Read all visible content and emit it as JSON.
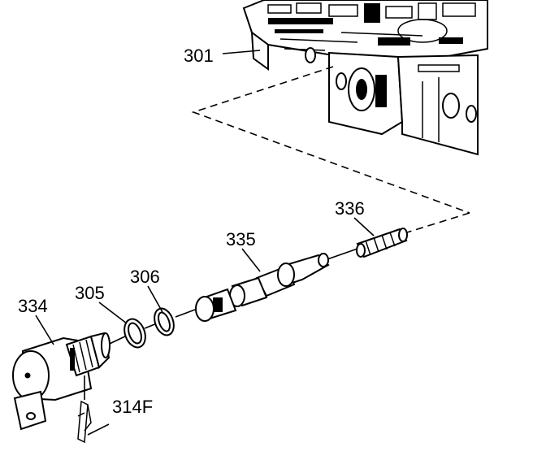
{
  "labels": {
    "valve_body": "301",
    "solenoid": "334",
    "o_ring_outer": "305",
    "o_ring_inner": "306",
    "clip": "314F",
    "valve_spool": "335",
    "spring": "336"
  }
}
